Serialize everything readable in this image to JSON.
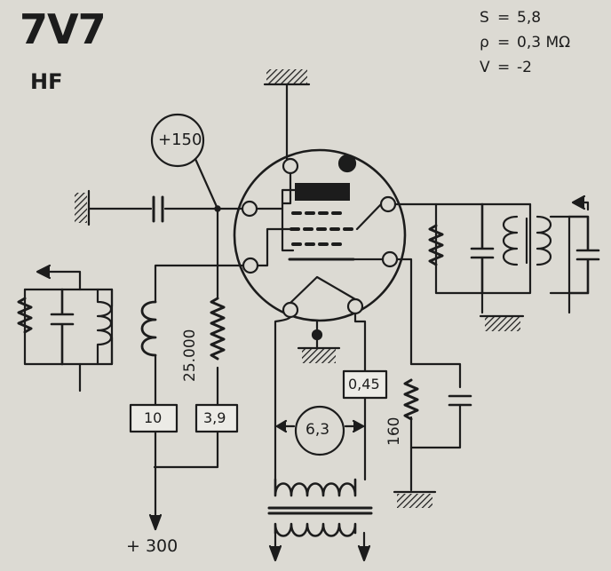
{
  "header": {
    "tube_name": "7V7",
    "band": "HF"
  },
  "parameters": [
    {
      "symbol": "S",
      "sep": "=",
      "value": "5,8"
    },
    {
      "symbol": "ρ",
      "sep": "=",
      "value": "0,3 MΩ"
    },
    {
      "symbol": "V",
      "sep": "=",
      "value": "-2"
    }
  ],
  "labels": {
    "screen_voltage": "+150",
    "plate_resistor": "25.000",
    "plate_choke_value": "10",
    "screen_resistor_value": "3,9",
    "heater_voltage": "6,3",
    "heater_current": "0,45",
    "cathode_resistor": "160",
    "supply_voltage": "+ 300"
  },
  "colors": {
    "ink": "#1c1c1c",
    "paper": "#dcdad3",
    "box_fill": "#ecebe6"
  }
}
